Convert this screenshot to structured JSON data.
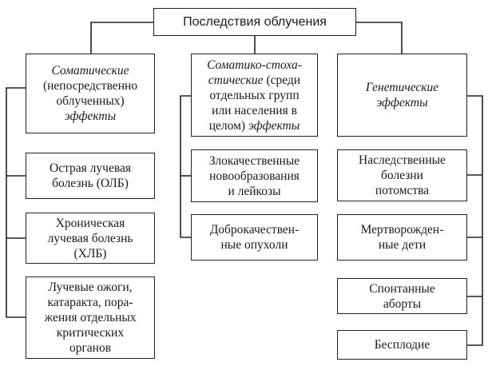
{
  "root": {
    "label": "Последствия облучения"
  },
  "columns": [
    {
      "header": {
        "line1": "Соматические",
        "line2": "(непосредственно",
        "line3": "облученных)",
        "line4": "эффекты"
      },
      "items": [
        {
          "line1": "Острая лучевая",
          "line2": "болезнь (ОЛБ)"
        },
        {
          "line1": "Хроническая",
          "line2": "лучевая болезнь",
          "line3": "(ХЛБ)"
        },
        {
          "line1": "Лучевые ожоги,",
          "line2": "катаракта, пора-",
          "line3": "жения отдельных",
          "line4": "критических",
          "line5": "органов"
        }
      ]
    },
    {
      "header": {
        "line1": "Соматико-стоха-",
        "line2a": "стические",
        "line2b": " (среди",
        "line3": "отдельных групп",
        "line4": "или населения в",
        "line5a": "целом) ",
        "line5b": "эффекты"
      },
      "items": [
        {
          "line1": "Злокачественные",
          "line2": "новообразования",
          "line3": "и лейкозы"
        },
        {
          "line1": "Доброкачествен-",
          "line2": "ные опухоли"
        }
      ]
    },
    {
      "header": {
        "line1": "Генетические",
        "line2": "эффекты"
      },
      "items": [
        {
          "line1": "Наследственные",
          "line2": "болезни",
          "line3": "потомства"
        },
        {
          "line1": "Мертворожден-",
          "line2": "ные дети"
        },
        {
          "line1": "Спонтанные",
          "line2": "аборты"
        },
        {
          "line1": "Бесплодие"
        }
      ]
    }
  ]
}
